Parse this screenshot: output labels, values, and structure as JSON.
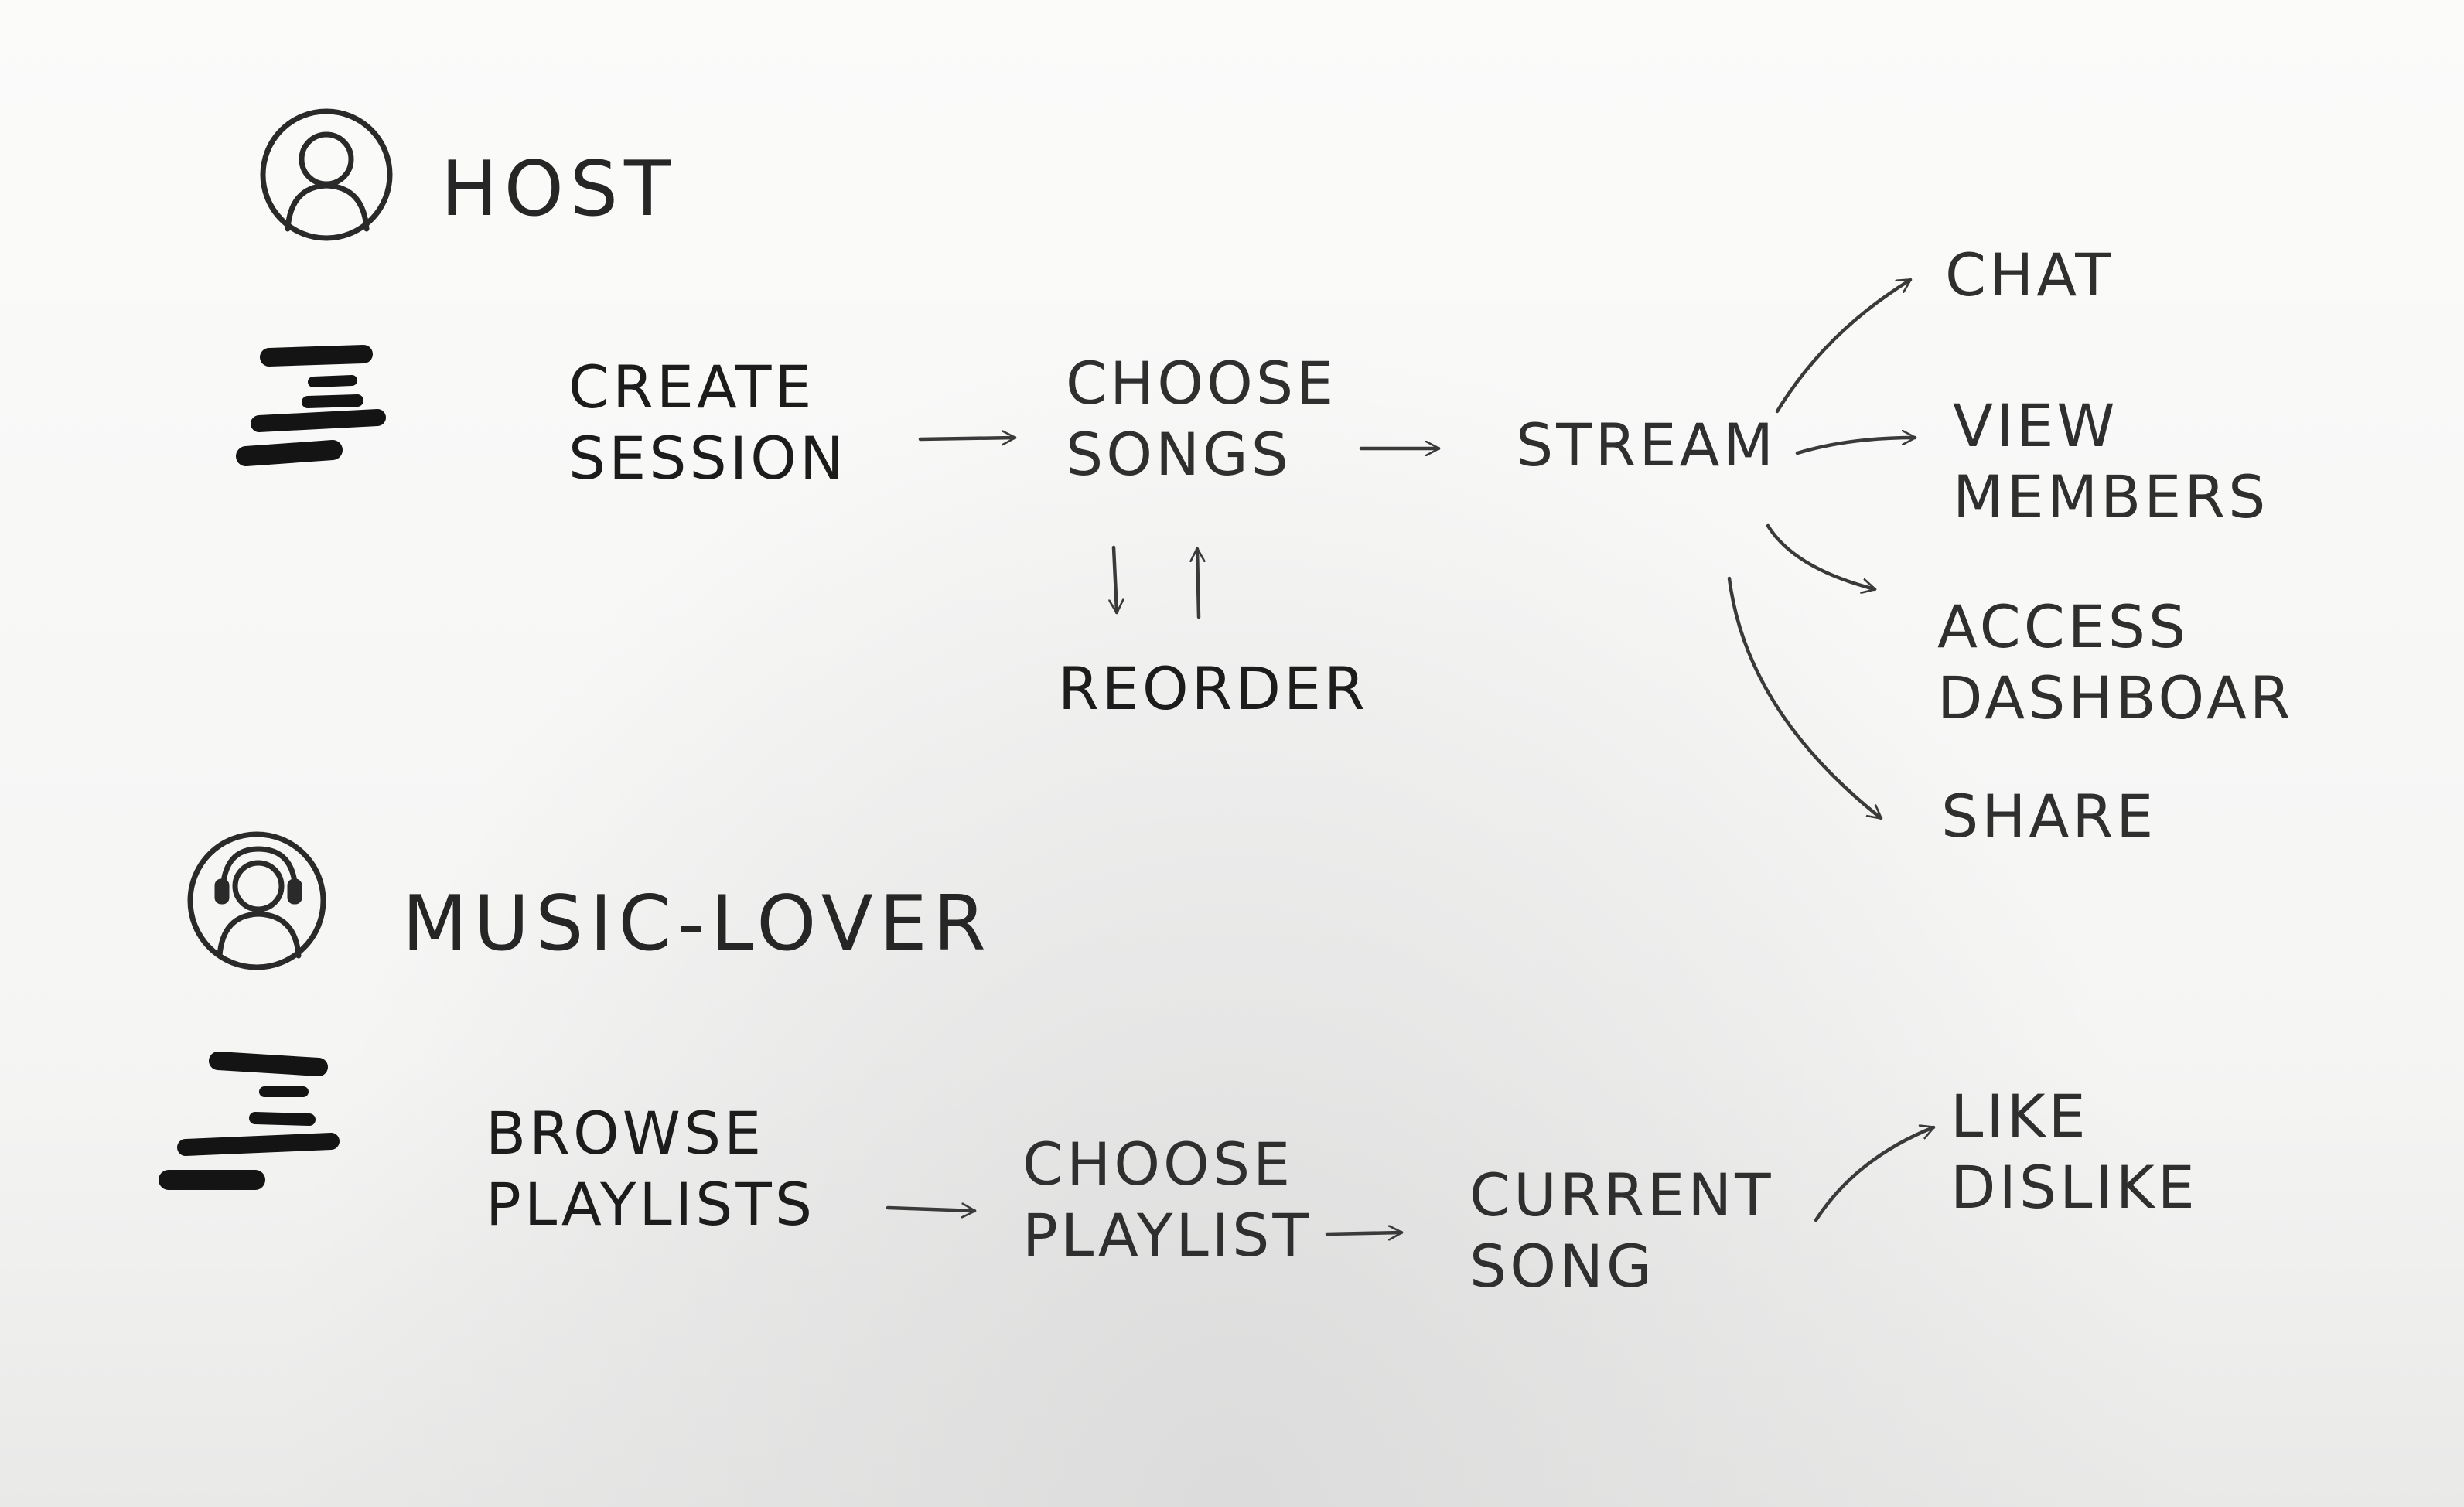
{
  "sections": {
    "host": {
      "title": "HOST",
      "avatar_icon": "person-circle-icon",
      "logo_icon": "brand-stripes-logo-icon",
      "steps": {
        "create_session": [
          "CREATE",
          "SESSION"
        ],
        "choose_songs": [
          "CHOOSE",
          "SONGS"
        ],
        "reorder": [
          "REORDER"
        ],
        "stream": [
          "STREAM"
        ],
        "chat": [
          "CHAT"
        ],
        "view_members": [
          "VIEW",
          "MEMBERS"
        ],
        "access_dashboard": [
          "ACCESS",
          "DASHBOAR"
        ],
        "share": [
          "SHARE"
        ]
      }
    },
    "music_lover": {
      "title": "MUSIC-LOVER",
      "avatar_icon": "person-headphones-circle-icon",
      "logo_icon": "brand-stripes-logo-icon",
      "steps": {
        "browse_playlists": [
          "BROWSE",
          "PLAYLISTS"
        ],
        "choose_playlist": [
          "CHOOSE",
          "PLAYLIST"
        ],
        "current_song": [
          "CURRENT",
          "SONG"
        ],
        "like_dislike": [
          "LIKE",
          "DISLIKE"
        ]
      }
    }
  },
  "colors": {
    "paper": "#f7f7f6",
    "ink": "#2f2f2f",
    "marker": "#141414"
  }
}
